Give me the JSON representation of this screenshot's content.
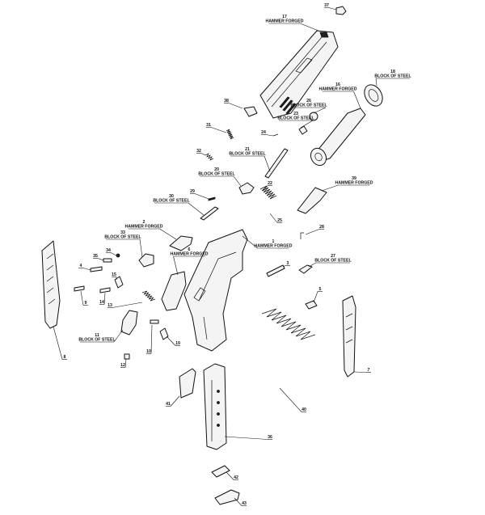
{
  "diagram": {
    "callouts": [
      {
        "id": "37",
        "num": "37",
        "note": ""
      },
      {
        "id": "17",
        "num": "17",
        "note": "HAMMER FORGED"
      },
      {
        "id": "18",
        "num": "18",
        "note": "BLOCK OF STEEL"
      },
      {
        "id": "16",
        "num": "16",
        "note": "HAMMER FORGED"
      },
      {
        "id": "26",
        "num": "26",
        "note": "BLOCK OF STEEL"
      },
      {
        "id": "23",
        "num": "23",
        "note": "BLOCK OF STEEL"
      },
      {
        "id": "38",
        "num": "38",
        "note": ""
      },
      {
        "id": "31",
        "num": "31",
        "note": ""
      },
      {
        "id": "24",
        "num": "24",
        "note": ""
      },
      {
        "id": "21",
        "num": "21",
        "note": "BLOCK OF STEEL"
      },
      {
        "id": "32",
        "num": "32",
        "note": ""
      },
      {
        "id": "20",
        "num": "20",
        "note": "BLOCK OF STEEL"
      },
      {
        "id": "39",
        "num": "39",
        "note": "HAMMER FORGED"
      },
      {
        "id": "22",
        "num": "22",
        "note": ""
      },
      {
        "id": "29",
        "num": "29",
        "note": ""
      },
      {
        "id": "30",
        "num": "30",
        "note": "BLOCK OF STEEL"
      },
      {
        "id": "25",
        "num": "25",
        "note": ""
      },
      {
        "id": "28",
        "num": "28",
        "note": ""
      },
      {
        "id": "2",
        "num": "2",
        "note": "HAMMER FORGED"
      },
      {
        "id": "33",
        "num": "33",
        "note": "BLOCK OF STEEL"
      },
      {
        "id": "1",
        "num": "1",
        "note": "HAMMER FORGED"
      },
      {
        "id": "27",
        "num": "27",
        "note": "BLOCK OF STEEL"
      },
      {
        "id": "34",
        "num": "34",
        "note": ""
      },
      {
        "id": "35",
        "num": "35",
        "note": ""
      },
      {
        "id": "6",
        "num": "6",
        "note": "HAMMER FORGED"
      },
      {
        "id": "4",
        "num": "4",
        "note": ""
      },
      {
        "id": "3",
        "num": "3",
        "note": ""
      },
      {
        "id": "15",
        "num": "15",
        "note": ""
      },
      {
        "id": "9",
        "num": "9",
        "note": ""
      },
      {
        "id": "14",
        "num": "14",
        "note": ""
      },
      {
        "id": "5",
        "num": "5",
        "note": ""
      },
      {
        "id": "13",
        "num": "13",
        "note": ""
      },
      {
        "id": "11",
        "num": "11",
        "note": "BLOCK OF STEEL"
      },
      {
        "id": "8",
        "num": "8",
        "note": ""
      },
      {
        "id": "10",
        "num": "10",
        "note": ""
      },
      {
        "id": "19",
        "num": "19",
        "note": ""
      },
      {
        "id": "12",
        "num": "12",
        "note": ""
      },
      {
        "id": "7",
        "num": "7",
        "note": ""
      },
      {
        "id": "40",
        "num": "40",
        "note": ""
      },
      {
        "id": "41",
        "num": "41",
        "note": ""
      },
      {
        "id": "36",
        "num": "36",
        "note": ""
      },
      {
        "id": "42",
        "num": "42",
        "note": ""
      },
      {
        "id": "43",
        "num": "43",
        "note": ""
      }
    ]
  }
}
